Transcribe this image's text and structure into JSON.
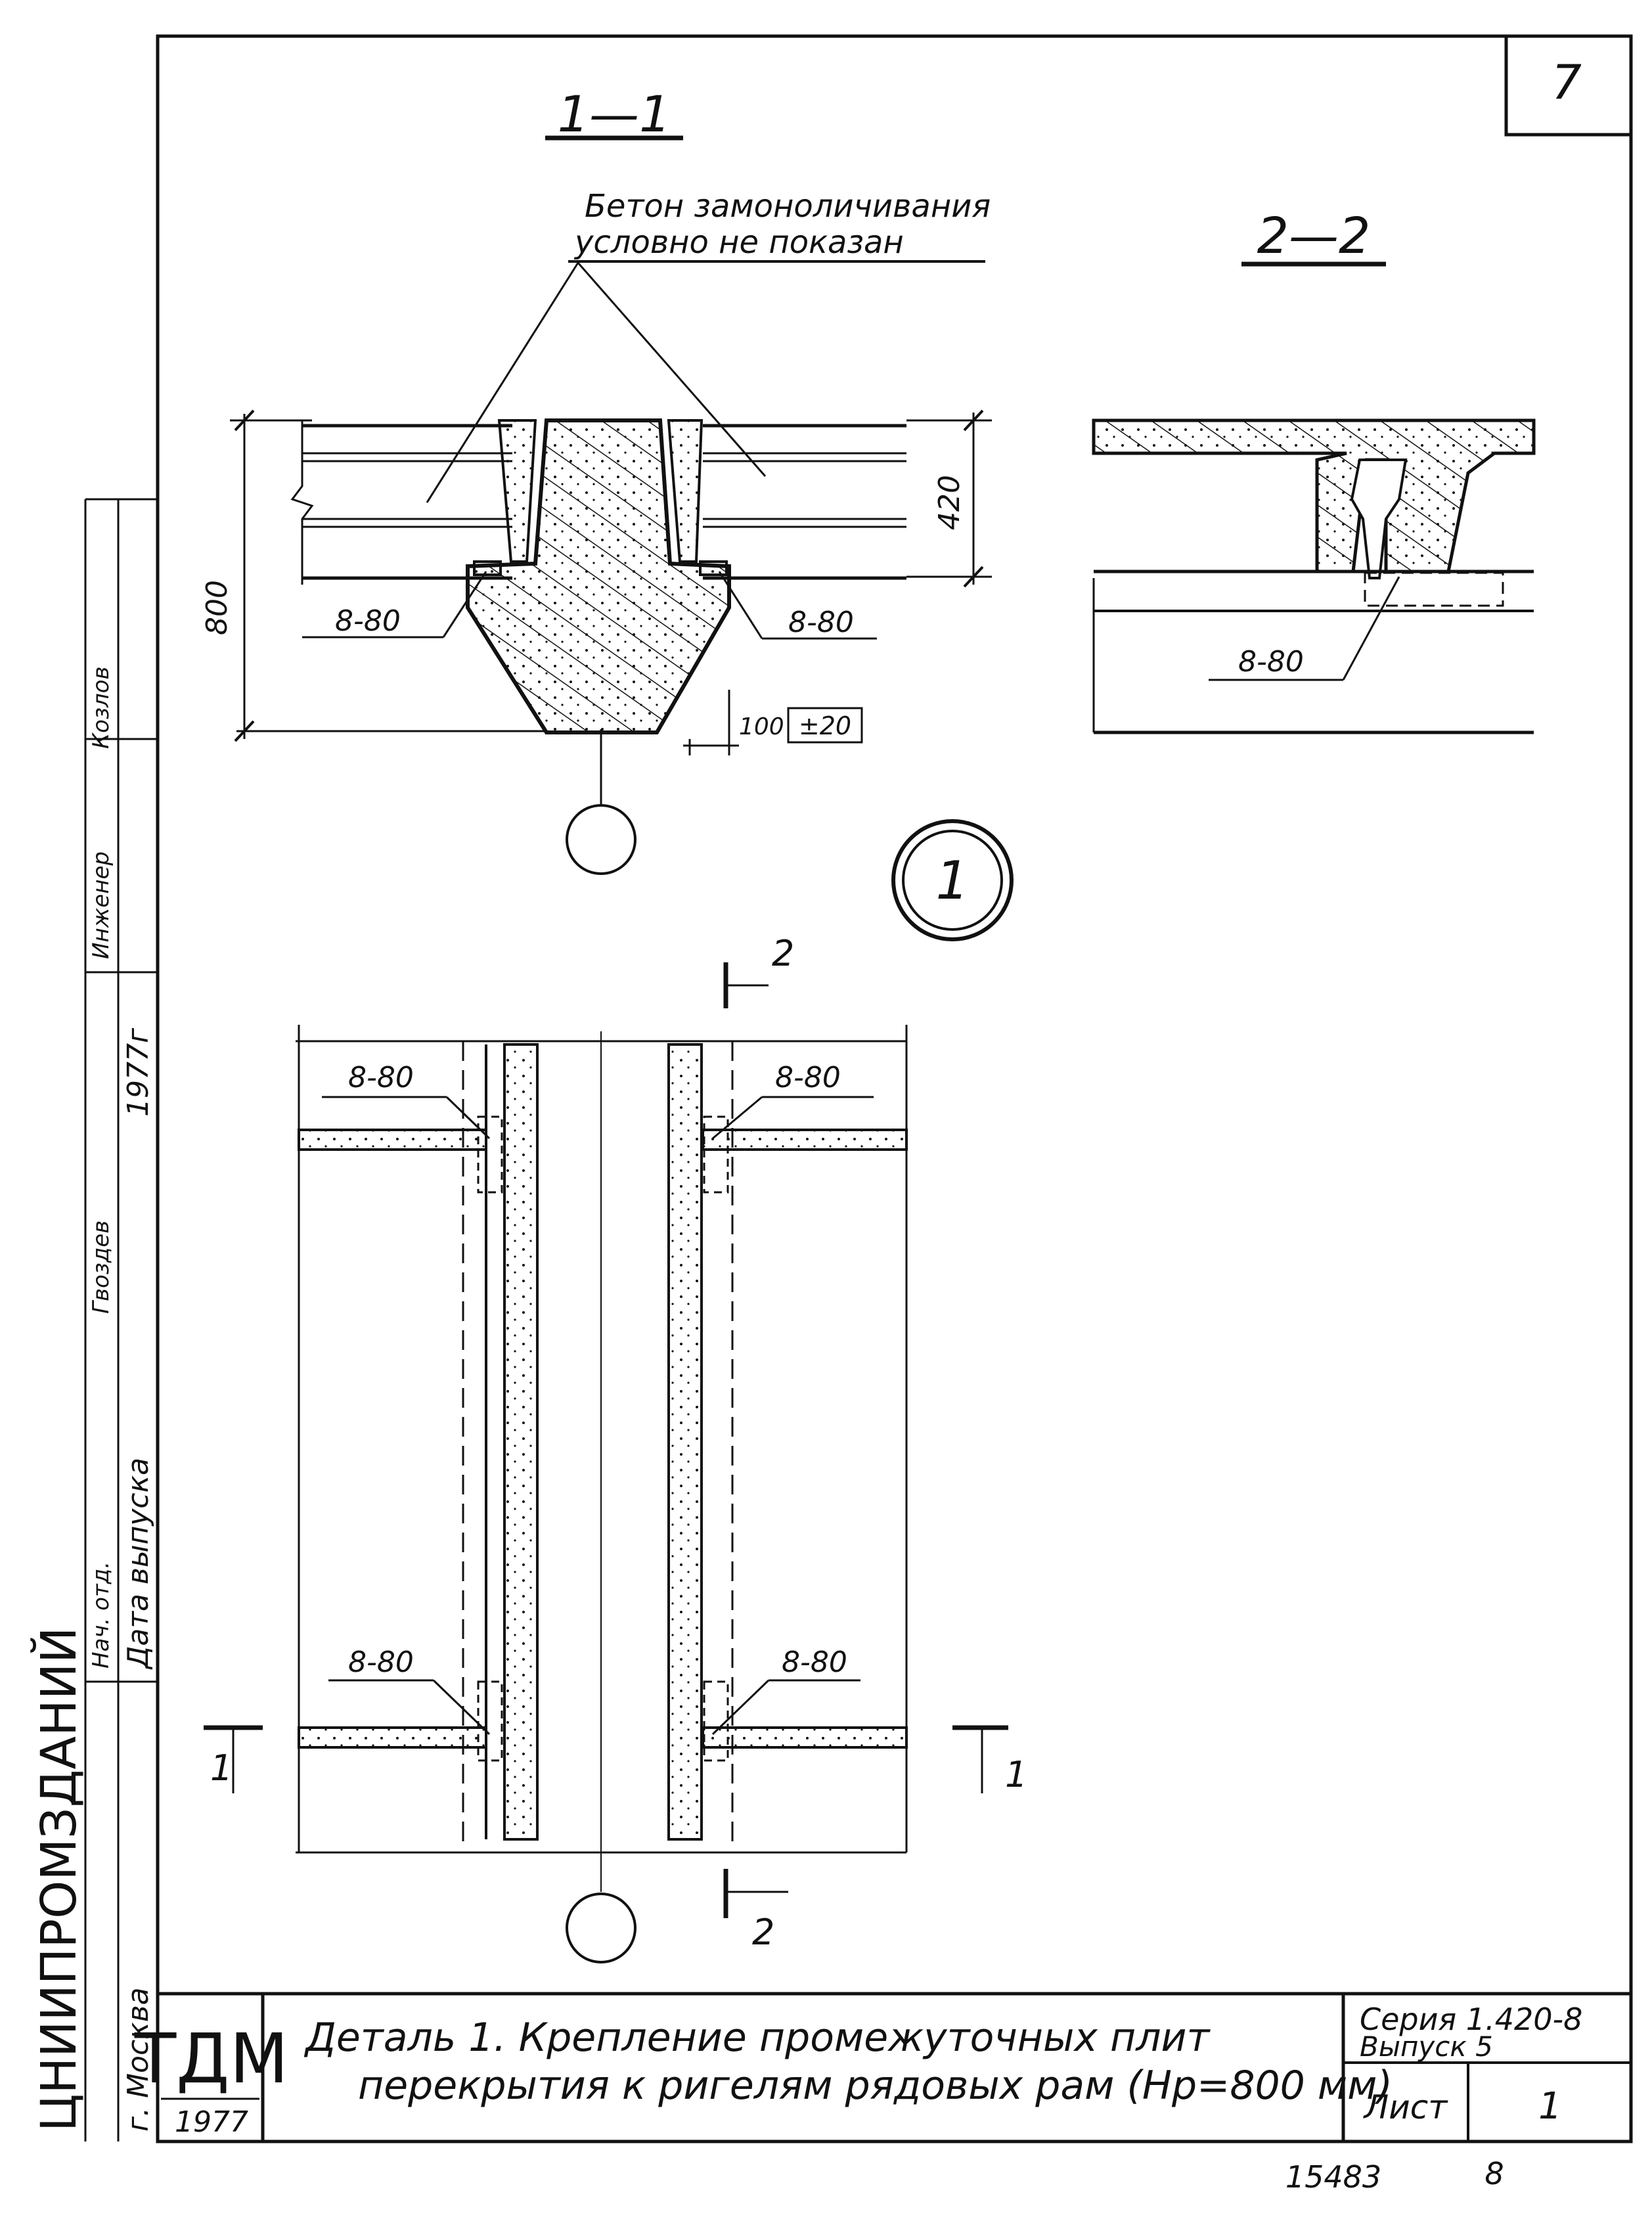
{
  "sheet_corner_number": "7",
  "sections": {
    "s1_label": "1—1",
    "s2_label": "2—2",
    "note_line1": "Бетон замоноличивания",
    "note_line2": "условно не показан"
  },
  "dimensions": {
    "height_800": "800",
    "height_420": "420",
    "offset_100": "100",
    "tolerance": "±20"
  },
  "weld_labels": {
    "s1_left": "8-80",
    "s1_right": "8-80",
    "s2_bottom": "8-80",
    "plan_top_left": "8-80",
    "plan_top_right": "8-80",
    "plan_bottom_left": "8-80",
    "plan_bottom_right": "8-80"
  },
  "detail_marker": "1",
  "cut_marks": {
    "cut2_top": "2",
    "cut2_bottom": "2",
    "cut1_left": "1",
    "cut1_right": "1"
  },
  "side_stamp": {
    "org": "ЦНИИПРОМЗДАНИЙ",
    "city": "г. Москва",
    "release_label": "Дата выпуска",
    "release_value": "1977г",
    "row1_label": "Нач. отд.",
    "row1_value": "Гвоздев",
    "row2_label": "Инженер",
    "row2_value": "Козлов"
  },
  "title_block": {
    "logo": "ТДМ",
    "logo_year": "1977",
    "title_line1": "Деталь 1. Крепление промежуточных плит",
    "title_line2": "перекрытия к ригелям рядовых рам (Hр=800 мм)",
    "series_line1": "Серия 1.420-8",
    "series_line2": "Выпуск 5",
    "sheet_label": "Лист",
    "sheet_value": "1"
  },
  "footer": {
    "archive_number": "15483",
    "page_number": "8"
  }
}
